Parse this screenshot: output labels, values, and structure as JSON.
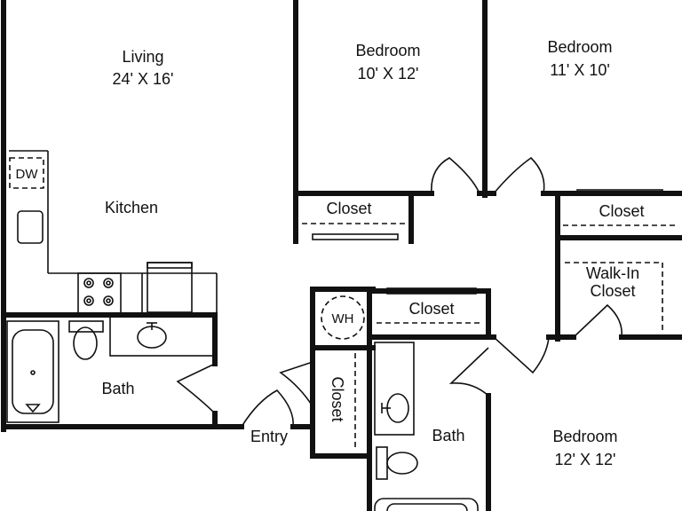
{
  "rooms": {
    "living": {
      "name": "Living",
      "size": "24' X 16'"
    },
    "bedroom1": {
      "name": "Bedroom",
      "size": "10' X 12'"
    },
    "bedroom2": {
      "name": "Bedroom",
      "size": "11' X 10'"
    },
    "bedroom3": {
      "name": "Bedroom",
      "size": "12' X 12'"
    },
    "kitchen": {
      "name": "Kitchen"
    },
    "bath_left": {
      "name": "Bath"
    },
    "bath_center": {
      "name": "Bath"
    },
    "entry": {
      "name": "Entry"
    }
  },
  "fixtures": {
    "closet_bed1": "Closet",
    "closet_bed2": "Closet",
    "closet_center": "Closet",
    "closet_entry": "Closet",
    "walkin_line1": "Walk-In",
    "walkin_line2": "Closet",
    "dishwasher": "DW",
    "water_heater": "WH"
  }
}
